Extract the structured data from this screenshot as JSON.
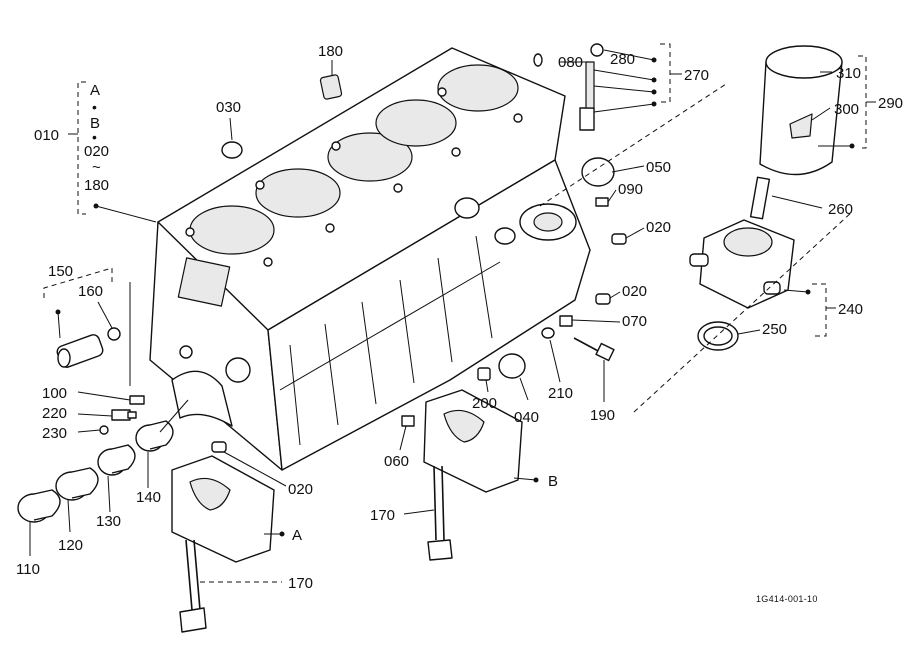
{
  "drawing_code": "1G414-001-10",
  "group_labels": {
    "a_letter": "A",
    "b_letter": "B",
    "bullet": "•",
    "tilde": "~",
    "range_020": "020",
    "range_180": "180"
  },
  "callouts": {
    "p010": "010",
    "p020a": "020",
    "p020b": "020",
    "p020c": "020",
    "p030": "030",
    "p040": "040",
    "p050": "050",
    "p060": "060",
    "p070": "070",
    "p080": "080",
    "p090": "090",
    "p100": "100",
    "p110": "110",
    "p120": "120",
    "p130": "130",
    "p140": "140",
    "p150": "150",
    "p160": "160",
    "p170a": "170",
    "p170b": "170",
    "p180": "180",
    "p190": "190",
    "p200": "200",
    "p210": "210",
    "p220": "220",
    "p230": "230",
    "p240": "240",
    "p250": "250",
    "p260": "260",
    "p270": "270",
    "p280": "280",
    "p290": "290",
    "p300": "300",
    "p310": "310",
    "cap_a": "A",
    "cap_b": "B"
  }
}
